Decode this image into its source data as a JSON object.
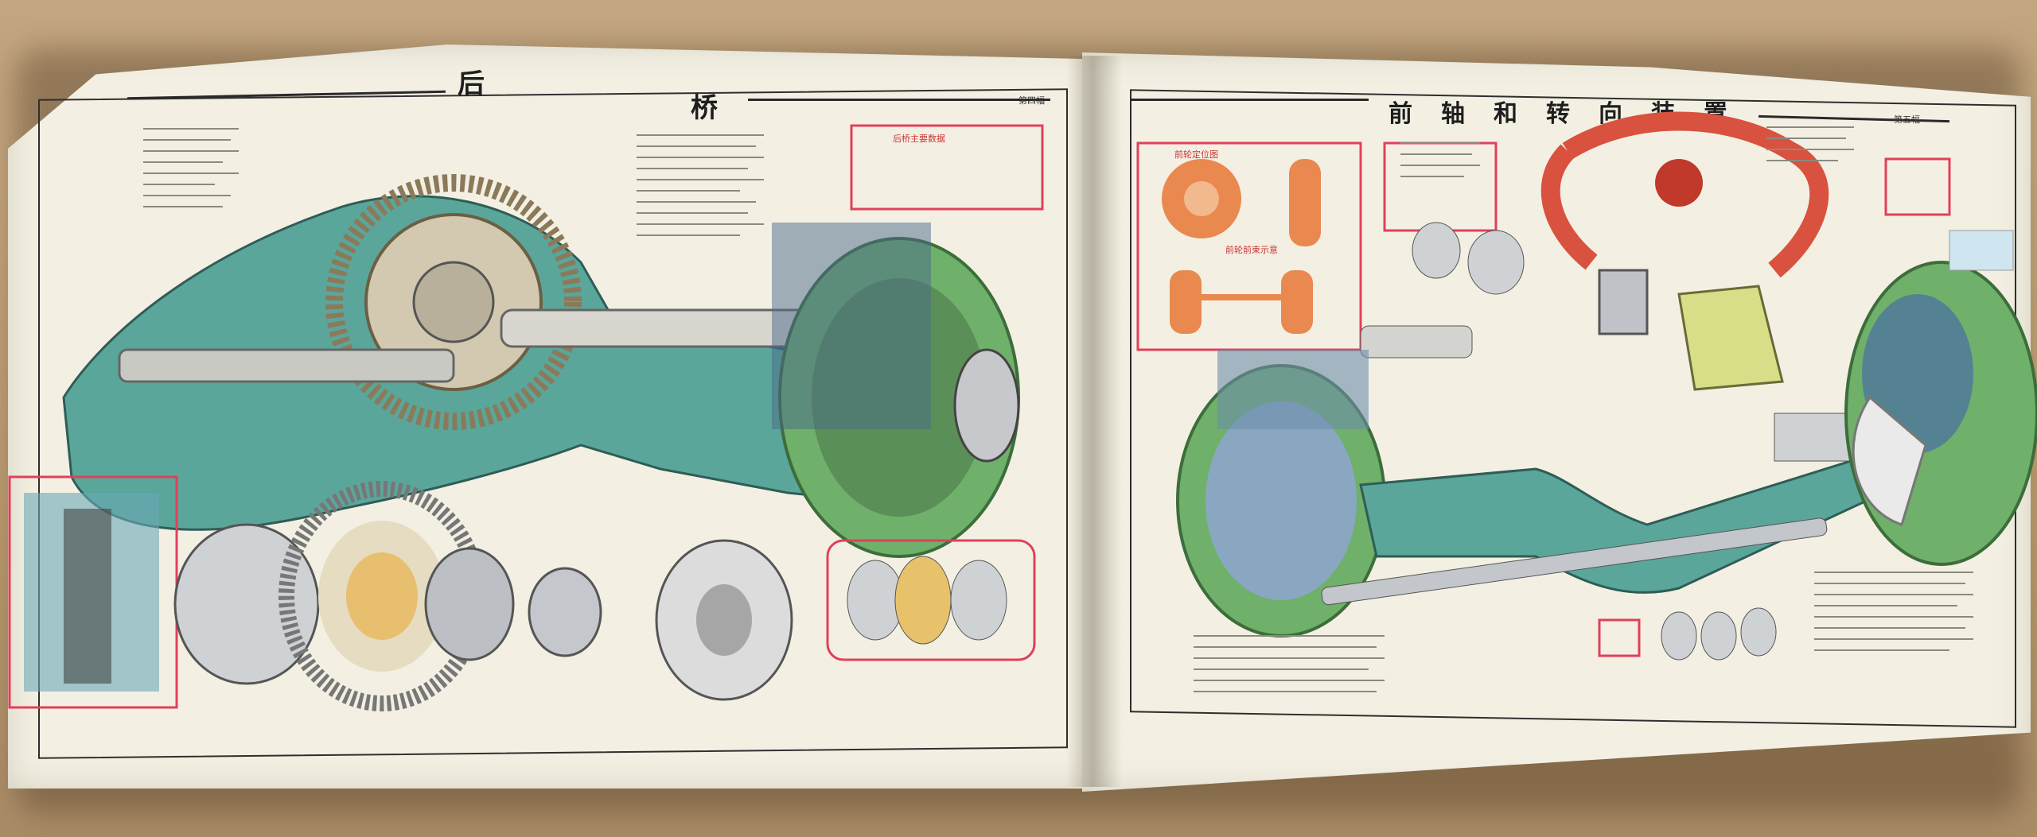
{
  "left_page": {
    "title_part1": "后",
    "title_part2": "桥",
    "page_label": "第四幅",
    "note_box_title": "后桥主要数据"
  },
  "right_page": {
    "title": "前轴和转向装置",
    "page_label": "第五幅",
    "inset_label_1": "前轮定位图",
    "inset_label_2": "前轮前束示意"
  },
  "colors": {
    "teal": "#5aa69b",
    "green": "#6fb06a",
    "orange": "#e9894f",
    "red_outline": "#e0405a",
    "steel": "#c9ccd0",
    "paper": "#f3f0e3"
  }
}
